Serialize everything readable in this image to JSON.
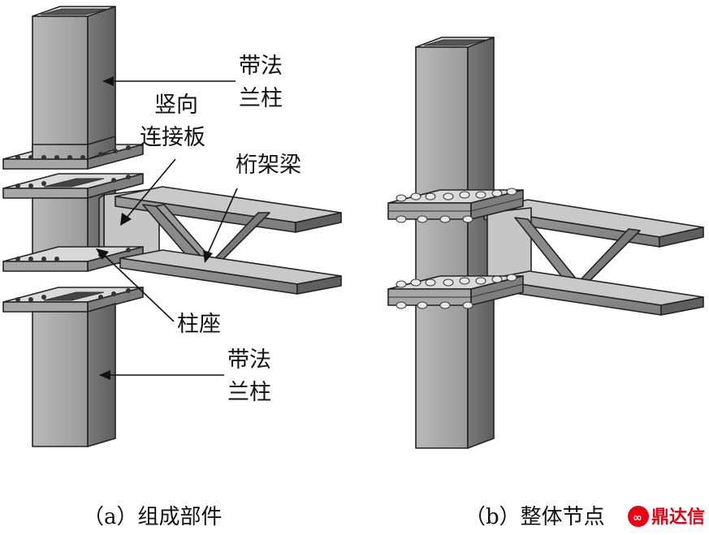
{
  "labels": {
    "flange_column_top_1": "带法",
    "flange_column_top_2": "兰柱",
    "vertical_plate_1": "竖向",
    "vertical_plate_2": "连接板",
    "truss_beam": "桁架梁",
    "column_seat": "柱座",
    "flange_column_bottom_1": "带法",
    "flange_column_bottom_2": "兰柱"
  },
  "captions": {
    "a": "（a）组成部件",
    "b": "（b）整体节点"
  },
  "watermark": {
    "text": "鼎达信",
    "color": "#e60012"
  },
  "colors": {
    "steel_light": "#d2d2d2",
    "steel_mid": "#a9a9a9",
    "steel_dark": "#6f6f6f",
    "plate": "#cfcfcf"
  }
}
